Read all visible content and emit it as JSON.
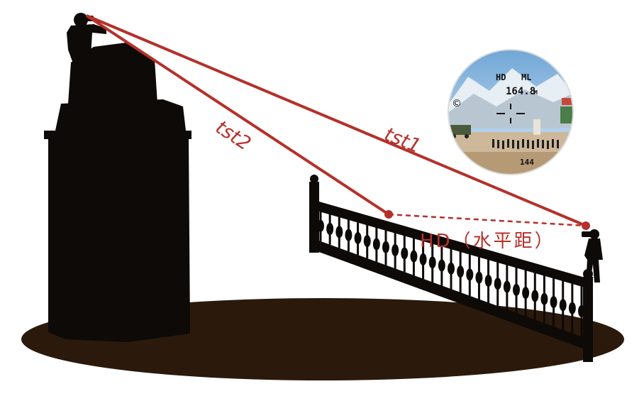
{
  "labels": {
    "line1": "tst1",
    "line2": "tst2",
    "horizontal": "HD（水平距）"
  },
  "scope": {
    "mode_left": "HD",
    "mode_right": "ML",
    "reading": "164.8",
    "unit": "M",
    "symbol": "©",
    "bottom_reading": "144"
  },
  "colors": {
    "line": "#b5302a",
    "silhouette": "#0d0a08",
    "ground": "#2b1a0c"
  }
}
